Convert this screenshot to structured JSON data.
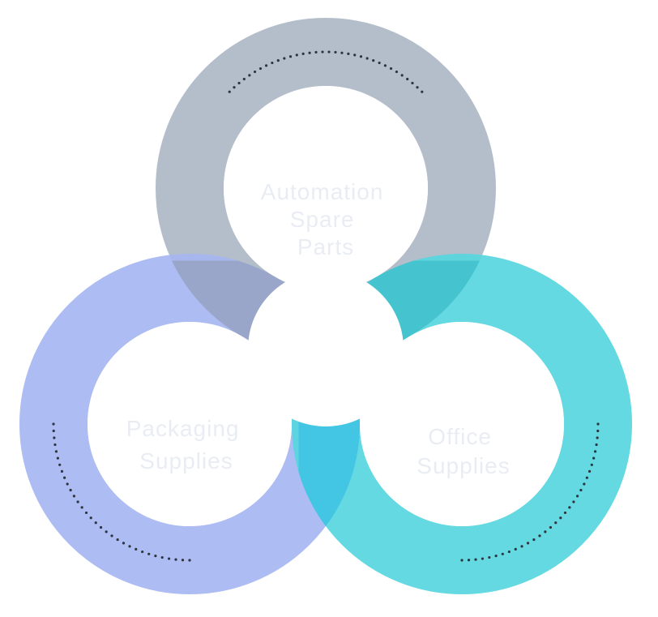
{
  "diagram": {
    "nodes": [
      {
        "id": "automation",
        "label_lines": [
          "Automation",
          "Spare",
          "Parts"
        ],
        "color": "#aeb8c6"
      },
      {
        "id": "packaging",
        "label_lines": [
          "Packaging",
          "Supplies"
        ],
        "color": "#a6b6f1"
      },
      {
        "id": "office",
        "label_lines": [
          "Office",
          "Supplies"
        ],
        "color": "#57d6de"
      }
    ],
    "overlap_colors": {
      "automation_office": "#45c4cf",
      "automation_packaging": "#9aa6c9",
      "packaging_office": "#43c6e3"
    }
  }
}
